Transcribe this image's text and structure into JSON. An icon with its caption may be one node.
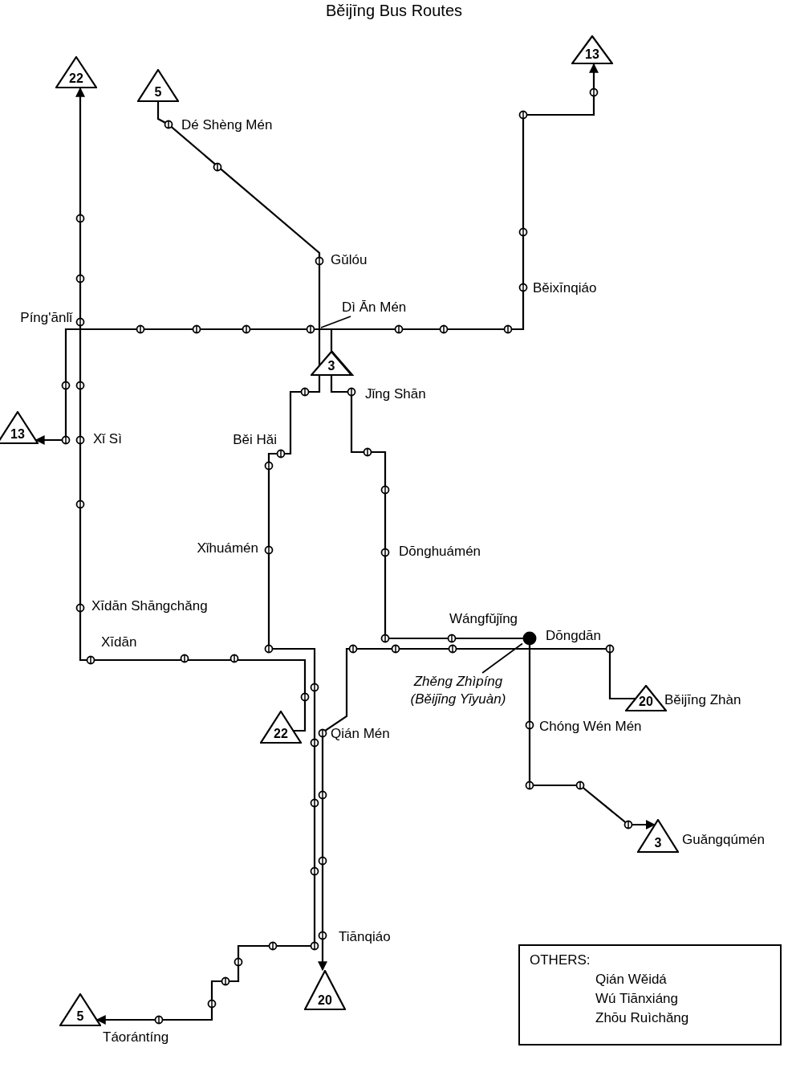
{
  "diagram": {
    "title": "Běijīng Bus Routes",
    "nodes": [
      {
        "text": [
          "22"
        ]
      },
      {
        "text": [
          "5"
        ]
      },
      {
        "text": [
          "13"
        ]
      },
      {
        "text": [
          "3"
        ]
      },
      {
        "text": [
          "13"
        ]
      },
      {
        "text": [
          "22"
        ]
      },
      {
        "text": [
          "20"
        ],
        "beside": [
          "Běijīng Zhàn"
        ]
      },
      {
        "text": [
          "3"
        ],
        "beside": [
          "Guǎngqúmén"
        ]
      },
      {
        "text": [
          "20"
        ]
      },
      {
        "text": [
          "5"
        ]
      },
      {
        "text": [
          "Dì Ān Mén"
        ]
      },
      {
        "text": [],
        "shape": "circle"
      },
      {
        "text": [
          "Zhěng Zhìpíng (Běijīng Yīyuàn)"
        ]
      },
      {
        "text": [
          "OTHERS:",
          "Qián Wěidá",
          "Wú Tiānxiáng",
          "Zhōu Ruìchǎng"
        ]
      }
    ],
    "edges": [
      {
        "from": 5,
        "to": 0,
        "arrow": "to"
      },
      {
        "from": 2,
        "to": 4,
        "arrow": "both"
      },
      {
        "from": 1,
        "to": 9,
        "arrow": "to"
      },
      {
        "from": 3,
        "to": 7,
        "arrow": "to"
      },
      {
        "from": 6,
        "to": 8,
        "arrow": "to"
      },
      {
        "from": 10,
        "to": null,
        "arrow": "none"
      },
      {
        "from": 12,
        "to": 11,
        "arrow": "none"
      }
    ],
    "labels": [
      "Dé Shèng Mén",
      "Gǔlóu",
      "Běixīnqiáo",
      "Píng'ānlǐ",
      "Jǐng Shān",
      "Xǐ Sì",
      "Běi Hǎi",
      "Xǐhuámén",
      "Dōnghuámén",
      "Xīdān Shāngchǎng",
      "Wángfǔjǐng",
      "Dōngdān",
      "Xīdān",
      "Chóng Wén Mén",
      "Qián Mén",
      "Tiānqiáo",
      "Táorántíng"
    ]
  }
}
